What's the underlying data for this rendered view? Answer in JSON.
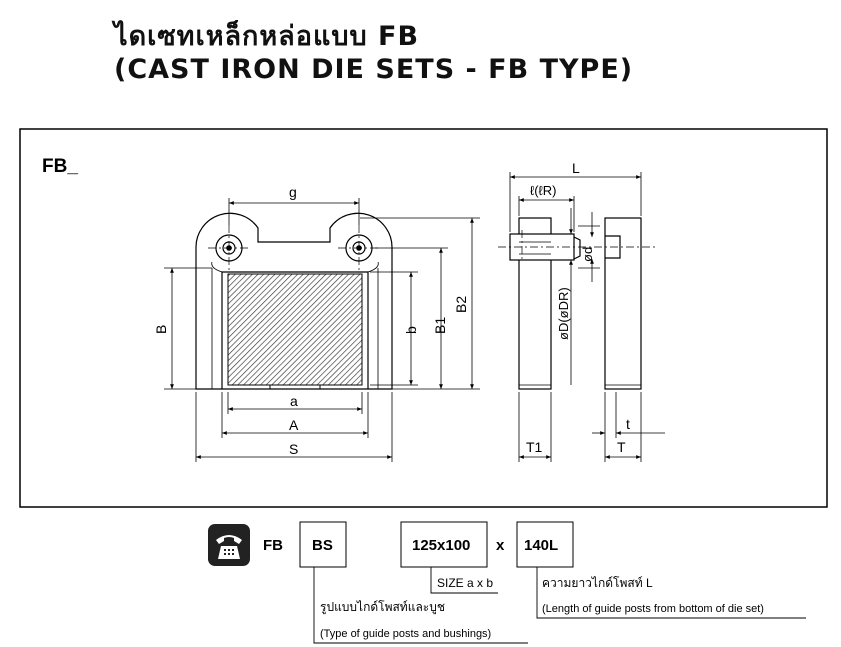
{
  "header": {
    "title_thai": "ไดเซทเหล็กหล่อแบบ FB",
    "title_en": "(CAST IRON DIE SETS - FB TYPE)"
  },
  "drawing": {
    "model_label": "FB_",
    "dims_front": {
      "g": "g",
      "B": "B",
      "b": "b",
      "B1": "B1",
      "B2": "B2",
      "a": "a",
      "A": "A",
      "S": "S"
    },
    "dims_side": {
      "L": "L",
      "lR": "ℓ(ℓR)",
      "d": "ød",
      "D": "øD(øDR)",
      "T1": "T1",
      "T": "T",
      "t": "t"
    }
  },
  "order_code": {
    "prefix": "FB",
    "post_type": "BS",
    "size": "125x100",
    "separator": "x",
    "length": "140L",
    "size_note": "SIZE a x b",
    "length_note_thai": "ความยาวไกด์โพสท์ L",
    "length_note_en": "(Length of guide posts from bottom of die set)",
    "post_note_thai": "รูปแบบไกด์โพสท์และบูช",
    "post_note_en": "(Type of guide posts and bushings)"
  },
  "icons": [
    "telephone-icon"
  ]
}
